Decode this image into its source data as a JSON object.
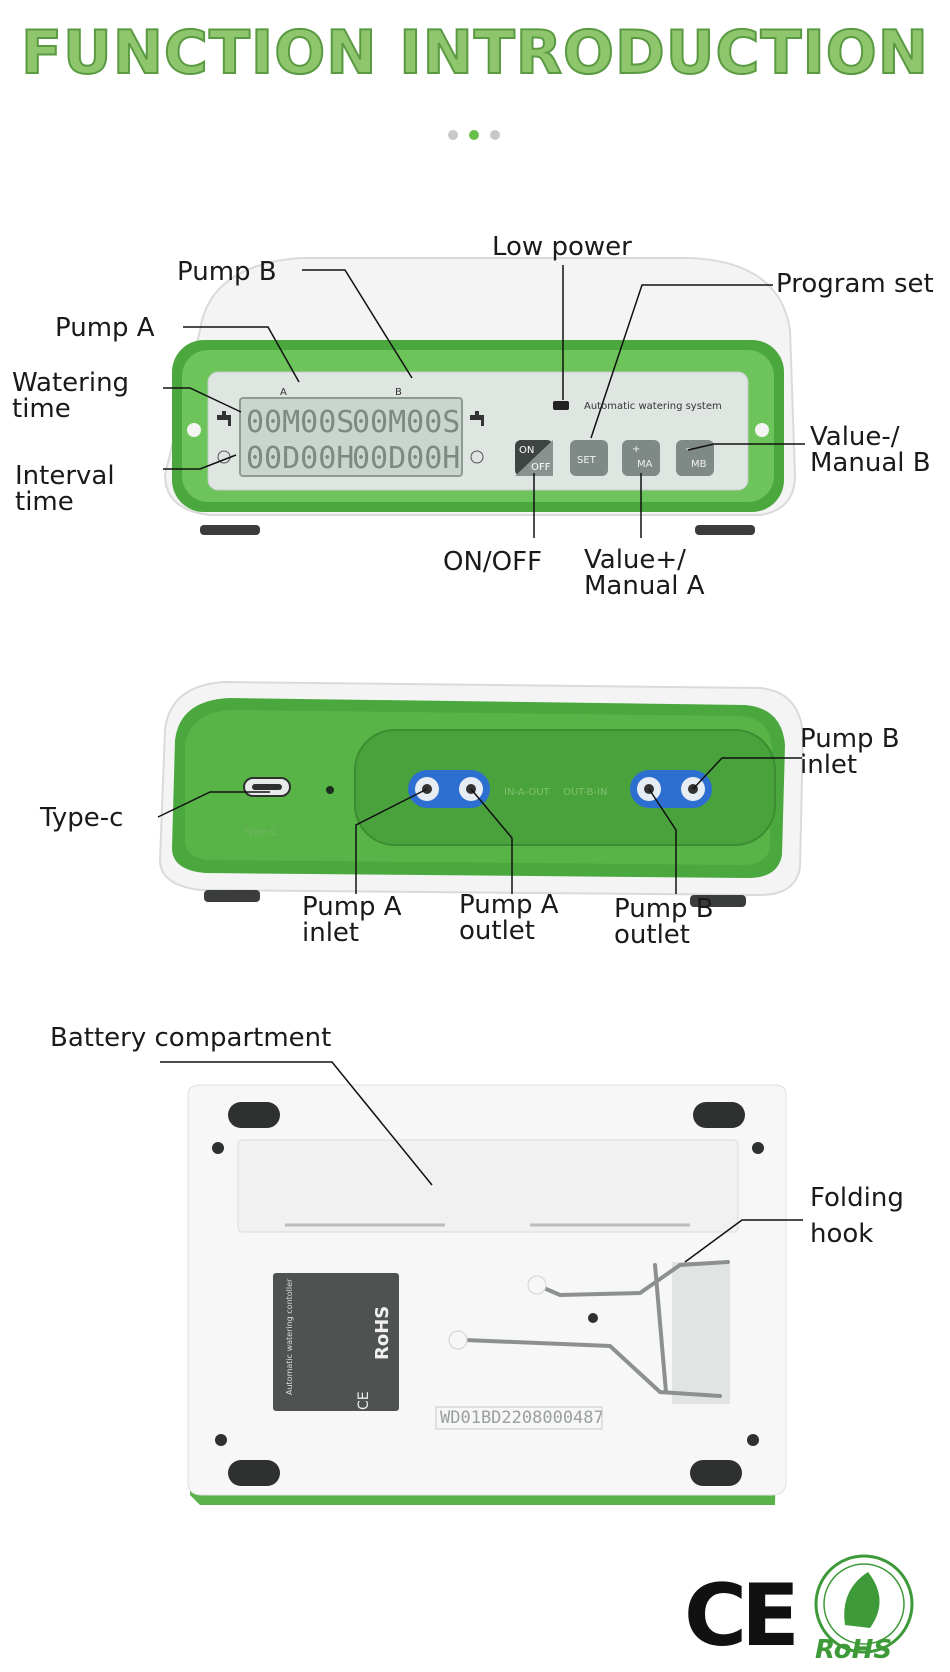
{
  "header": {
    "title": "FUNCTION INTRODUCTION",
    "carousel_dots": [
      false,
      true,
      false
    ]
  },
  "front_view": {
    "labels": {
      "pump_b": "Pump B",
      "pump_a": "Pump A",
      "watering_time_1": "Watering",
      "watering_time_2": "time",
      "interval_time_1": "Interval",
      "interval_time_2": "time",
      "low_power": "Low power",
      "program_set": "Program set",
      "value_minus_1": "Value-/",
      "value_minus_2": "Manual B",
      "on_off": "ON/OFF",
      "value_plus_1": "Value+/",
      "value_plus_2": "Manual A"
    },
    "device_text": {
      "system_name": "Automatic watering system",
      "channel_a": "A",
      "channel_b": "B",
      "btn_on": "ON",
      "btn_off": "OFF",
      "btn_set": "SET",
      "btn_ma_top": "+",
      "btn_ma": "MA",
      "btn_mb_top": "−",
      "btn_mb": "MB",
      "lcd_a_top": "00M00S",
      "lcd_b_top": "00M00S",
      "lcd_a_bottom": "00D00H",
      "lcd_b_bottom": "00D00H"
    }
  },
  "back_view": {
    "labels": {
      "type_c": "Type-c",
      "pump_b_inlet_1": "Pump B",
      "pump_b_inlet_2": "inlet",
      "pump_a_inlet_1": "Pump A",
      "pump_a_inlet_2": "inlet",
      "pump_a_outlet_1": "Pump A",
      "pump_a_outlet_2": "outlet",
      "pump_b_outlet_1": "Pump B",
      "pump_b_outlet_2": "outlet"
    },
    "device_text": {
      "port_label": "Type-C",
      "in_a_out": "IN-A-OUT",
      "out_b_in": "OUT-B-IN"
    }
  },
  "bottom_view": {
    "labels": {
      "battery": "Battery compartment",
      "folding_1": "Folding",
      "folding_2": "hook"
    },
    "device_text": {
      "serial": "WD01BD2208000487",
      "sticker_title": "Automatic watering contoller",
      "rohs_sticker": "RoHS",
      "ce_sticker": "CE"
    }
  },
  "certifications": {
    "ce_mark": "CE",
    "rohs_mark": "RoHS"
  },
  "colors": {
    "title_green": "#8ec56d",
    "device_green": "#4aa83e",
    "device_green_light": "#6cc45a",
    "device_white": "#f4f5f4",
    "connector_blue": "#2d6fd0",
    "button_gray": "#7f8a86"
  }
}
